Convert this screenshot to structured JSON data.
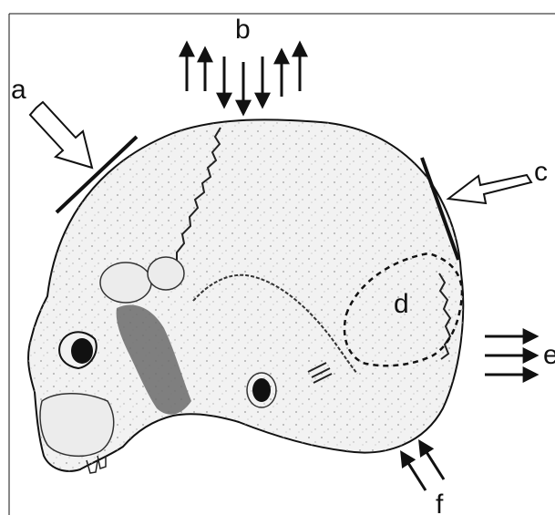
{
  "labels": {
    "a": "a",
    "b": "b",
    "c": "c",
    "d": "d",
    "e": "e",
    "f": "f"
  },
  "colors": {
    "ink": "#111111",
    "bone": "#f2f2f2",
    "shadow": "#6b6b6b",
    "background": "#ffffff"
  }
}
